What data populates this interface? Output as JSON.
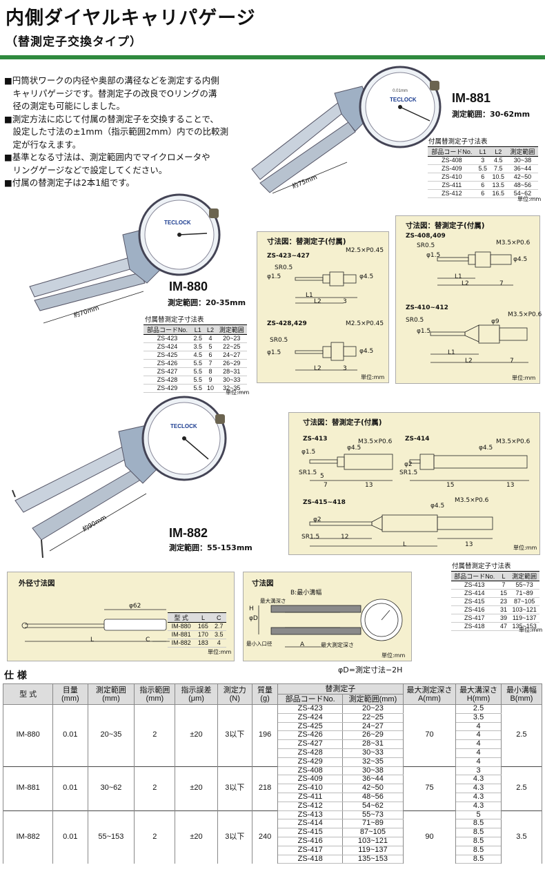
{
  "header": {
    "title": "内側ダイヤルキャリパゲージ",
    "subtitle": "（替測定子交換タイプ）",
    "accent_color": "#2f8a3e"
  },
  "description": [
    "■円筒状ワークの内径や奥部の溝径などを測定する内側",
    "　キャリパゲージです。替測定子の改良でOリングの溝",
    "　径の測定も可能にしました。",
    "■測定方法に応じて付属の替測定子を交換することで、",
    "　設定した寸法の±1mm（指示範囲2mm）内での比較測",
    "　定が行なえます。",
    "■基準となる寸法は、測定範囲内でマイクロメータや",
    "　リングゲージなどで設定してください。",
    "■付属の替測定子は2本1組です。"
  ],
  "products": {
    "im881": {
      "model": "IM-881",
      "range": "測定範囲：30-62mm",
      "dim": "約75mm",
      "brand": "TECLOCK"
    },
    "im880": {
      "model": "IM-880",
      "range": "測定範囲：20-35mm",
      "dim": "約70mm",
      "brand": "TECLOCK"
    },
    "im882": {
      "model": "IM-882",
      "range": "測定範囲：55-153mm",
      "dim": "約90mm",
      "brand": "TECLOCK"
    }
  },
  "probe_table_881": {
    "caption": "付属替測定子寸法表",
    "headers": [
      "部品コードNo.",
      "L1",
      "L2",
      "測定範囲"
    ],
    "rows": [
      [
        "ZS-408",
        "3",
        "4.5",
        "30~38"
      ],
      [
        "ZS-409",
        "5.5",
        "7.5",
        "36~44"
      ],
      [
        "ZS-410",
        "6",
        "10.5",
        "42~50"
      ],
      [
        "ZS-411",
        "6",
        "13.5",
        "48~56"
      ],
      [
        "ZS-412",
        "6",
        "16.5",
        "54~62"
      ]
    ],
    "unit": "単位:mm"
  },
  "probe_table_880": {
    "caption": "付属替測定子寸法表",
    "headers": [
      "部品コードNo.",
      "L1",
      "L2",
      "測定範囲"
    ],
    "rows": [
      [
        "ZS-423",
        "2.5",
        "4",
        "20~23"
      ],
      [
        "ZS-424",
        "3.5",
        "5",
        "22~25"
      ],
      [
        "ZS-425",
        "4.5",
        "6",
        "24~27"
      ],
      [
        "ZS-426",
        "5.5",
        "7",
        "26~29"
      ],
      [
        "ZS-427",
        "5.5",
        "8",
        "28~31"
      ],
      [
        "ZS-428",
        "5.5",
        "9",
        "30~33"
      ],
      [
        "ZS-429",
        "5.5",
        "10",
        "32~35"
      ]
    ],
    "unit": "単位:mm"
  },
  "probe_table_882": {
    "caption": "付属替測定子寸法表",
    "headers": [
      "部品コードNo.",
      "L",
      "測定範囲"
    ],
    "rows": [
      [
        "ZS-413",
        "7",
        "55~73"
      ],
      [
        "ZS-414",
        "15",
        "71~89"
      ],
      [
        "ZS-415",
        "23",
        "87~105"
      ],
      [
        "ZS-416",
        "31",
        "103~121"
      ],
      [
        "ZS-417",
        "39",
        "119~137"
      ],
      [
        "ZS-418",
        "47",
        "135~153"
      ]
    ],
    "unit": "単位:mm"
  },
  "dim_panel_a": {
    "title": "寸法図：替測定子(付属)",
    "label1": "ZS-423~427",
    "label2": "ZS-428,429",
    "thread": "M2.5×P0.45",
    "sr": "SR0.5",
    "d1": "φ1.5",
    "d2": "φ4.5",
    "d3": "φ1.5",
    "l1": "L1",
    "l2": "L2",
    "three": "3",
    "unit": "単位:mm"
  },
  "dim_panel_b": {
    "title": "寸法図：替測定子(付属)",
    "label1": "ZS-408,409",
    "label2": "ZS-410~412",
    "thread": "M3.5×P0.6",
    "sr": "SR0.5",
    "d1": "φ1.5",
    "d2": "φ4.5",
    "d3": "φ9",
    "l1": "L1",
    "l2": "L2",
    "seven": "7",
    "unit": "単位:mm"
  },
  "dim_panel_c": {
    "title": "寸法図：替測定子(付属)",
    "label1": "ZS-413",
    "label2": "ZS-414",
    "label3": "ZS-415~418",
    "thread": "M3.5×P0.6",
    "sr": "SR1.5",
    "d1": "φ1.5",
    "d2": "φ2",
    "d3": "φ4.5",
    "n5": "5",
    "n7": "7",
    "n12": "12",
    "n13": "13",
    "n15": "15",
    "l": "L",
    "unit": "単位:mm"
  },
  "outer_panel": {
    "title": "外径寸法図",
    "phi": "φ62",
    "headers": [
      "型 式",
      "L",
      "C"
    ],
    "rows": [
      [
        "IM-880",
        "165",
        "2.7"
      ],
      [
        "IM-881",
        "170",
        "3.5"
      ],
      [
        "IM-882",
        "183",
        "4"
      ]
    ],
    "l": "L",
    "c": "C",
    "unit": "単位:mm"
  },
  "dim_panel_d": {
    "title": "寸法図",
    "b": "B:最小溝幅",
    "a": "A",
    "h": "H",
    "d": "φD",
    "max_groove": "最大溝深さ",
    "max_depth": "最大測定深さ",
    "min_dia": "最小入口径",
    "unit": "単位:mm",
    "note": "φD=測定寸法−2H"
  },
  "spec": {
    "title": "仕 様",
    "headers": {
      "model": "型 式",
      "grad": "目量",
      "grad_u": "(mm)",
      "range": "測定範囲",
      "range_u": "(mm)",
      "ind": "指示範囲",
      "ind_u": "(mm)",
      "err": "指示誤差",
      "err_u": "(μm)",
      "force": "測定力",
      "force_u": "(N)",
      "mass": "質量",
      "mass_u": "(g)",
      "probe": "替測定子",
      "code": "部品コードNo.",
      "prange": "測定範囲(mm)",
      "maxdepth": "最大測定深さ",
      "maxdepth_u": "A(mm)",
      "groove": "最大溝深さ",
      "groove_u": "H(mm)",
      "width": "最小溝幅",
      "width_u": "B(mm)"
    },
    "groups": [
      {
        "model": "IM-880",
        "grad": "0.01",
        "range": "20~35",
        "ind": "2",
        "err": "±20",
        "force": "3以下",
        "mass": "196",
        "maxdepth": "70",
        "width": "2.5",
        "rows": [
          [
            "ZS-423",
            "20~23",
            "2.5"
          ],
          [
            "ZS-424",
            "22~25",
            "3.5"
          ],
          [
            "ZS-425",
            "24~27",
            "4"
          ],
          [
            "ZS-426",
            "26~29",
            "4"
          ],
          [
            "ZS-427",
            "28~31",
            "4"
          ],
          [
            "ZS-428",
            "30~33",
            "4"
          ],
          [
            "ZS-429",
            "32~35",
            "4"
          ]
        ]
      },
      {
        "model": "IM-881",
        "grad": "0.01",
        "range": "30~62",
        "ind": "2",
        "err": "±20",
        "force": "3以下",
        "mass": "218",
        "maxdepth": "75",
        "width": "2.5",
        "rows": [
          [
            "ZS-408",
            "30~38",
            "3"
          ],
          [
            "ZS-409",
            "36~44",
            "4.3"
          ],
          [
            "ZS-410",
            "42~50",
            "4.3"
          ],
          [
            "ZS-411",
            "48~56",
            "4.3"
          ],
          [
            "ZS-412",
            "54~62",
            "4.3"
          ]
        ]
      },
      {
        "model": "IM-882",
        "grad": "0.01",
        "range": "55~153",
        "ind": "2",
        "err": "±20",
        "force": "3以下",
        "mass": "240",
        "maxdepth": "90",
        "width": "3.5",
        "rows": [
          [
            "ZS-413",
            "55~73",
            "5"
          ],
          [
            "ZS-414",
            "71~89",
            "8.5"
          ],
          [
            "ZS-415",
            "87~105",
            "8.5"
          ],
          [
            "ZS-416",
            "103~121",
            "8.5"
          ],
          [
            "ZS-417",
            "119~137",
            "8.5"
          ],
          [
            "ZS-418",
            "135~153",
            "8.5"
          ]
        ]
      }
    ]
  }
}
